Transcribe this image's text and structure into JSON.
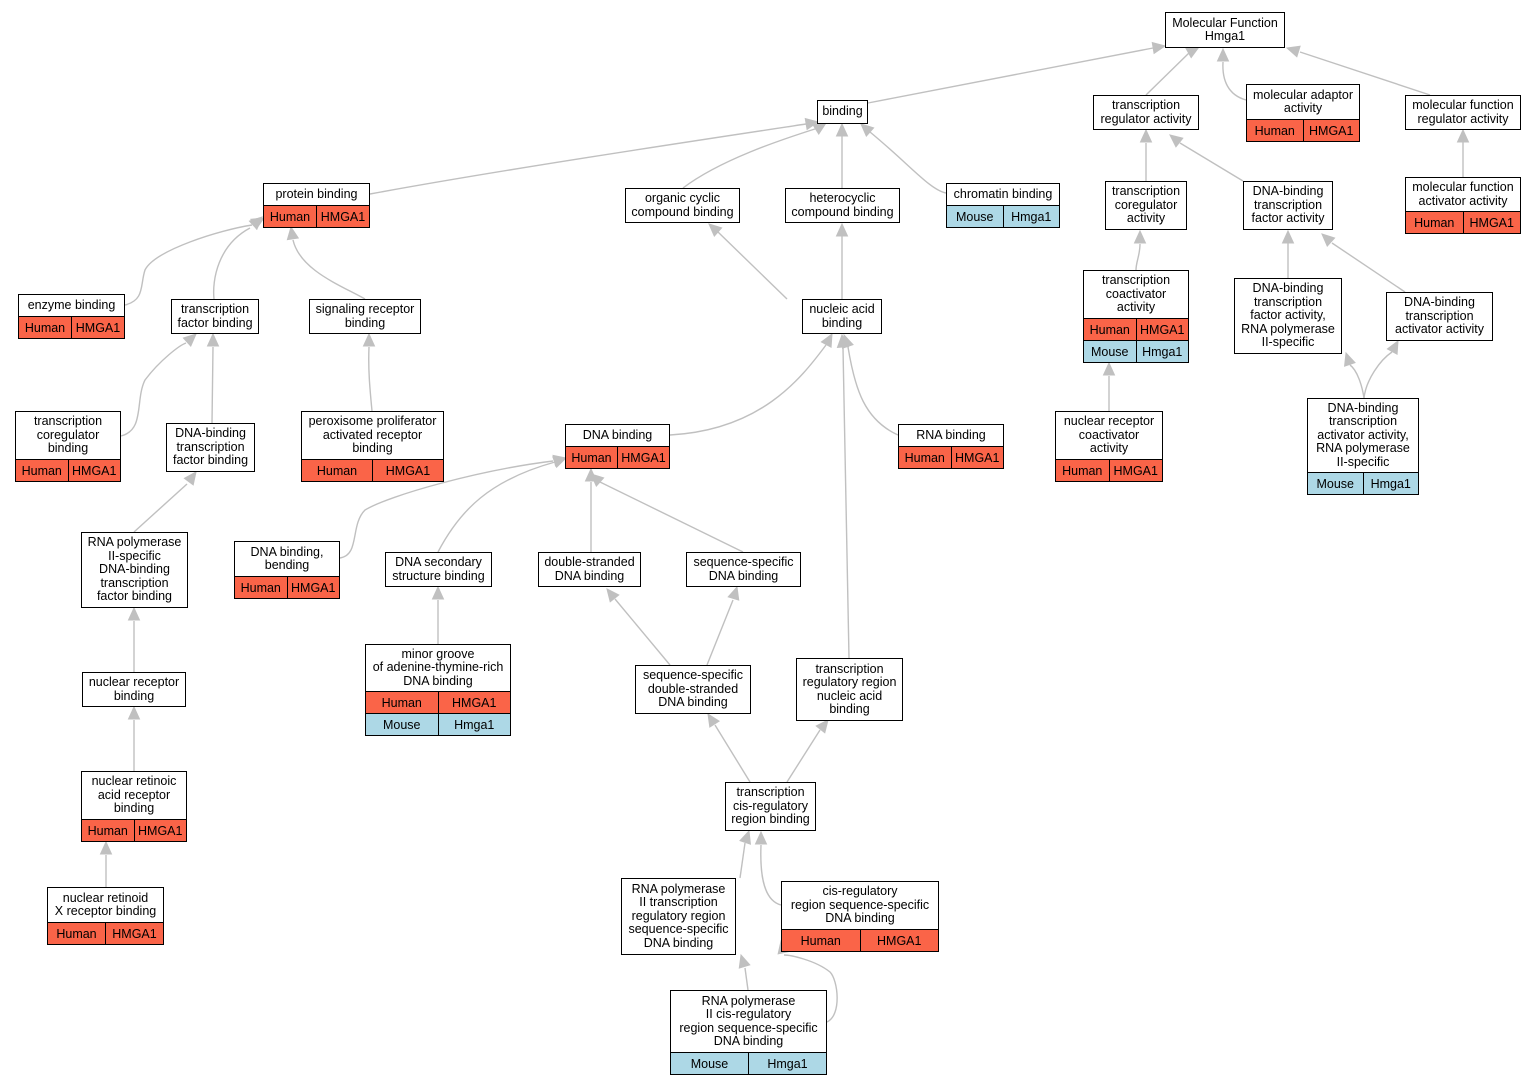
{
  "colors": {
    "human": "#fa6448",
    "mouse": "#add8e6",
    "edge": "#c0c0c0"
  },
  "nodes": {
    "mf": {
      "label": "Molecular Function\nHmga1",
      "rows": []
    },
    "binding": {
      "label": "binding",
      "rows": []
    },
    "tra": {
      "label": "transcription\nregulator activity",
      "rows": []
    },
    "mad": {
      "label": "molecular adaptor\nactivity",
      "rows": [
        [
          "Human",
          "HMGA1"
        ]
      ]
    },
    "mfr": {
      "label": "molecular function\nregulator activity",
      "rows": []
    },
    "pb": {
      "label": "protein binding",
      "rows": [
        [
          "Human",
          "HMGA1"
        ]
      ]
    },
    "ocb": {
      "label": "organic cyclic\ncompound binding",
      "rows": []
    },
    "hcb": {
      "label": "heterocyclic\ncompound binding",
      "rows": []
    },
    "chb": {
      "label": "chromatin binding",
      "rows": [
        [
          "Mouse",
          "Hmga1"
        ]
      ]
    },
    "tcoa": {
      "label": "transcription\ncoregulator\nactivity",
      "rows": []
    },
    "dbtfa": {
      "label": "DNA-binding\ntranscription\nfactor activity",
      "rows": []
    },
    "mfaa": {
      "label": "molecular function\nactivator activity",
      "rows": [
        [
          "Human",
          "HMGA1"
        ]
      ]
    },
    "eb": {
      "label": "enzyme binding",
      "rows": [
        [
          "Human",
          "HMGA1"
        ]
      ]
    },
    "tfb": {
      "label": "transcription\nfactor binding",
      "rows": []
    },
    "srb": {
      "label": "signaling receptor\nbinding",
      "rows": []
    },
    "nab": {
      "label": "nucleic acid\nbinding",
      "rows": []
    },
    "tcoact": {
      "label": "transcription\ncoactivator\nactivity",
      "rows": [
        [
          "Human",
          "HMGA1"
        ],
        [
          "Mouse",
          "Hmga1"
        ]
      ]
    },
    "dbtf2": {
      "label": "DNA-binding\ntranscription\nfactor activity,\nRNA polymerase\nII-specific",
      "rows": []
    },
    "dbtaa": {
      "label": "DNA-binding\ntranscription\nactivator activity",
      "rows": []
    },
    "tcob": {
      "label": "transcription\ncoregulator\nbinding",
      "rows": [
        [
          "Human",
          "HMGA1"
        ]
      ]
    },
    "dbtfb": {
      "label": "DNA-binding\ntranscription\nfactor binding",
      "rows": []
    },
    "pparb": {
      "label": "peroxisome proliferator\nactivated receptor\nbinding",
      "rows": [
        [
          "Human",
          "HMGA1"
        ]
      ]
    },
    "dnab": {
      "label": "DNA binding",
      "rows": [
        [
          "Human",
          "HMGA1"
        ]
      ]
    },
    "rnab": {
      "label": "RNA binding",
      "rows": [
        [
          "Human",
          "HMGA1"
        ]
      ]
    },
    "nrcoa": {
      "label": "nuclear receptor\ncoactivator\nactivity",
      "rows": [
        [
          "Human",
          "HMGA1"
        ]
      ]
    },
    "dbtaa2": {
      "label": "DNA-binding\ntranscription\nactivator activity,\nRNA polymerase\nII-specific",
      "rows": [
        [
          "Mouse",
          "Hmga1"
        ]
      ]
    },
    "rnap2tfb": {
      "label": "RNA polymerase\nII-specific\nDNA-binding\ntranscription\nfactor binding",
      "rows": []
    },
    "dnabb": {
      "label": "DNA binding,\nbending",
      "rows": [
        [
          "Human",
          "HMGA1"
        ]
      ]
    },
    "dssb": {
      "label": "DNA secondary\nstructure binding",
      "rows": []
    },
    "dsdb": {
      "label": "double-stranded\nDNA binding",
      "rows": []
    },
    "ssdb": {
      "label": "sequence-specific\nDNA binding",
      "rows": []
    },
    "nrb": {
      "label": "nuclear receptor\nbinding",
      "rows": []
    },
    "mgb": {
      "label": "minor groove\nof adenine-thymine-rich\nDNA binding",
      "rows": [
        [
          "Human",
          "HMGA1"
        ],
        [
          "Mouse",
          "Hmga1"
        ]
      ]
    },
    "ssdsdb": {
      "label": "sequence-specific\ndouble-stranded\nDNA binding",
      "rows": []
    },
    "trrnab": {
      "label": "transcription\nregulatory region\nnucleic acid\nbinding",
      "rows": []
    },
    "nrarb": {
      "label": "nuclear retinoic\nacid receptor\nbinding",
      "rows": [
        [
          "Human",
          "HMGA1"
        ]
      ]
    },
    "tcrrb": {
      "label": "transcription\ncis-regulatory\nregion binding",
      "rows": []
    },
    "nrxrb": {
      "label": "nuclear retinoid\nX receptor binding",
      "rows": [
        [
          "Human",
          "HMGA1"
        ]
      ]
    },
    "rnap2trr": {
      "label": "RNA polymerase\nII transcription\nregulatory region\nsequence-specific\nDNA binding",
      "rows": []
    },
    "crrss": {
      "label": "cis-regulatory\nregion sequence-specific\nDNA binding",
      "rows": [
        [
          "Human",
          "HMGA1"
        ]
      ]
    },
    "rnap2crr": {
      "label": "RNA polymerase\nII cis-regulatory\nregion sequence-specific\nDNA binding",
      "rows": [
        [
          "Mouse",
          "Hmga1"
        ]
      ]
    }
  }
}
